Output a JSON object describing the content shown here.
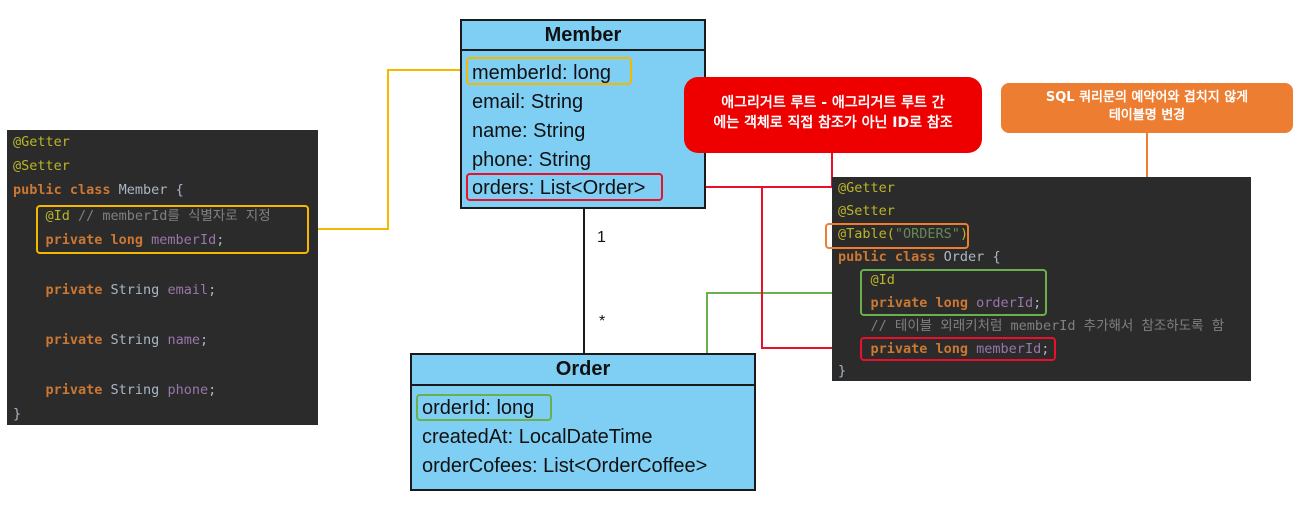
{
  "member_code": {
    "lines": [
      {
        "tokens": [
          {
            "t": "@Getter",
            "c": "ann"
          }
        ]
      },
      {
        "tokens": [
          {
            "t": "@Setter",
            "c": "ann"
          }
        ]
      },
      {
        "tokens": [
          {
            "t": "public class ",
            "c": "kw"
          },
          {
            "t": "Member {",
            "c": "tp"
          }
        ]
      },
      {
        "tokens": [
          {
            "t": "    @Id ",
            "c": "ann"
          },
          {
            "t": "// memberId를 식별자로 지정",
            "c": "cm"
          }
        ]
      },
      {
        "tokens": [
          {
            "t": "    private long ",
            "c": "kw"
          },
          {
            "t": "memberId",
            "c": "fld"
          },
          {
            "t": ";",
            "c": "tp"
          }
        ]
      },
      {
        "tokens": []
      },
      {
        "tokens": [
          {
            "t": "    private ",
            "c": "kw"
          },
          {
            "t": "String ",
            "c": "tp"
          },
          {
            "t": "email",
            "c": "fld"
          },
          {
            "t": ";",
            "c": "tp"
          }
        ]
      },
      {
        "tokens": []
      },
      {
        "tokens": [
          {
            "t": "    private ",
            "c": "kw"
          },
          {
            "t": "String ",
            "c": "tp"
          },
          {
            "t": "name",
            "c": "fld"
          },
          {
            "t": ";",
            "c": "tp"
          }
        ]
      },
      {
        "tokens": []
      },
      {
        "tokens": [
          {
            "t": "    private ",
            "c": "kw"
          },
          {
            "t": "String ",
            "c": "tp"
          },
          {
            "t": "phone",
            "c": "fld"
          },
          {
            "t": ";",
            "c": "tp"
          }
        ]
      },
      {
        "tokens": [
          {
            "t": "}",
            "c": "tp"
          }
        ]
      }
    ]
  },
  "order_code": {
    "lines": [
      {
        "tokens": [
          {
            "t": "@Getter",
            "c": "ann"
          }
        ]
      },
      {
        "tokens": [
          {
            "t": "@Setter",
            "c": "ann"
          }
        ]
      },
      {
        "tokens": [
          {
            "t": "@Table(",
            "c": "ann"
          },
          {
            "t": "\"ORDERS\"",
            "c": "str"
          },
          {
            "t": ")",
            "c": "ann"
          }
        ]
      },
      {
        "tokens": [
          {
            "t": "public class ",
            "c": "kw"
          },
          {
            "t": "Order {",
            "c": "tp"
          }
        ]
      },
      {
        "tokens": [
          {
            "t": "    @Id",
            "c": "ann"
          }
        ]
      },
      {
        "tokens": [
          {
            "t": "    private long ",
            "c": "kw"
          },
          {
            "t": "orderId",
            "c": "fld"
          },
          {
            "t": ";",
            "c": "tp"
          }
        ]
      },
      {
        "tokens": [
          {
            "t": "    // 테이블 외래키처럼 memberId 추가해서 참조하도록 함",
            "c": "cm"
          }
        ]
      },
      {
        "tokens": [
          {
            "t": "    private long ",
            "c": "kw"
          },
          {
            "t": "memberId",
            "c": "fld"
          },
          {
            "t": ";",
            "c": "tp"
          }
        ]
      },
      {
        "tokens": [
          {
            "t": "}",
            "c": "tp"
          }
        ]
      }
    ]
  },
  "member_class": {
    "name": "Member",
    "attributes": [
      "memberId: long",
      "email: String",
      "name: String",
      "phone: String",
      "orders: List<Order>"
    ]
  },
  "order_class": {
    "name": "Order",
    "attributes": [
      "orderId: long",
      "createdAt: LocalDateTime",
      "orderCofees: List<OrderCoffee>"
    ]
  },
  "association": {
    "member_end": "1",
    "order_end": "*"
  },
  "callouts": {
    "aggregate_root": {
      "line1": "애그리거트 루트 - 애그리거트 루트 간",
      "line2": "에는 객체로 직접 참조가 아닌 ID로 참조"
    },
    "table_name": {
      "line1": "SQL 쿼리문의 예약어와 겹치지 않게",
      "line2": "테이블명 변경"
    }
  },
  "colors": {
    "uml_fill": "#7fcff5",
    "yellow": "#f5b800",
    "red": "#e8102a",
    "green": "#6ab04c",
    "orange": "#ec7d31",
    "code_bg": "#2b2b2b"
  }
}
